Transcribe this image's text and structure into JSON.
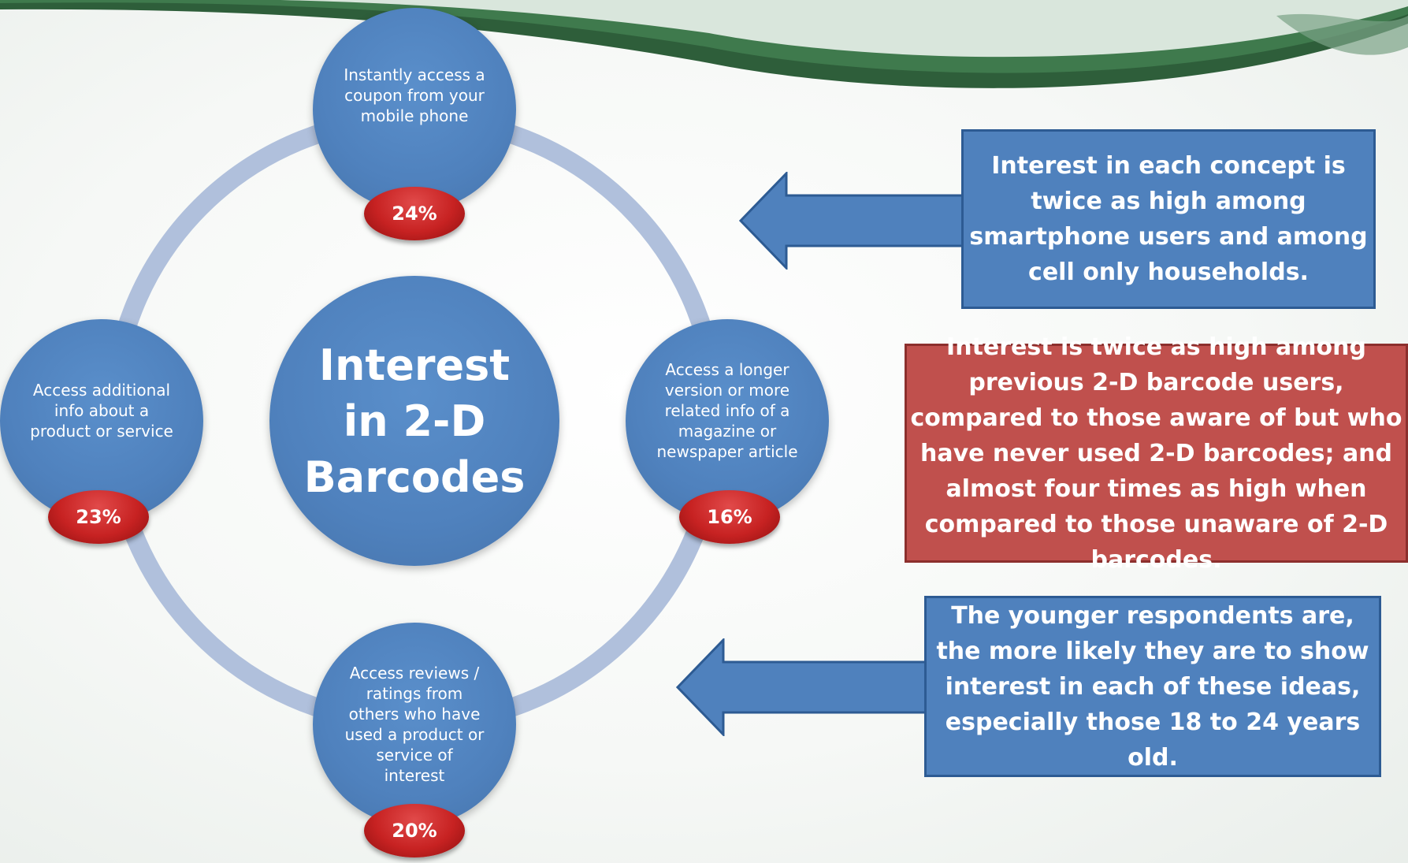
{
  "diagram": {
    "center": {
      "title": "Interest\nin 2-D\nBarcodes"
    },
    "nodes": {
      "top": {
        "label": "Instantly access a\ncoupon from your\nmobile phone",
        "percent": "24%"
      },
      "left": {
        "label": "Access additional\ninfo about a\nproduct or service",
        "percent": "23%"
      },
      "right": {
        "label": "Access a longer\nversion or more\nrelated info of a\nmagazine or\nnewspaper article",
        "percent": "16%"
      },
      "bottom": {
        "label": "Access reviews /\nratings from\nothers who have\nused a product or\nservice  of\ninterest",
        "percent": "20%"
      }
    }
  },
  "callouts": [
    {
      "text": "Interest in each concept is twice as high among smartphone users and among cell only households.",
      "color": "#4f81bd"
    },
    {
      "text": "Interest is twice as high among previous 2-D barcode users, compared to those aware of but who have never used 2-D barcodes; and almost four times as high when compared to those unaware of 2-D barcodes.",
      "color": "#c0504d"
    },
    {
      "text": "The younger respondents are, the more likely they are to show interest in each of these ideas, especially those 18 to 24 years old.",
      "color": "#4f81bd"
    }
  ],
  "colors": {
    "node_blue": "#4f81bd",
    "ring": "#b0c0dc",
    "badge_red": "#c72222",
    "header_green": "#2e5e3a"
  }
}
